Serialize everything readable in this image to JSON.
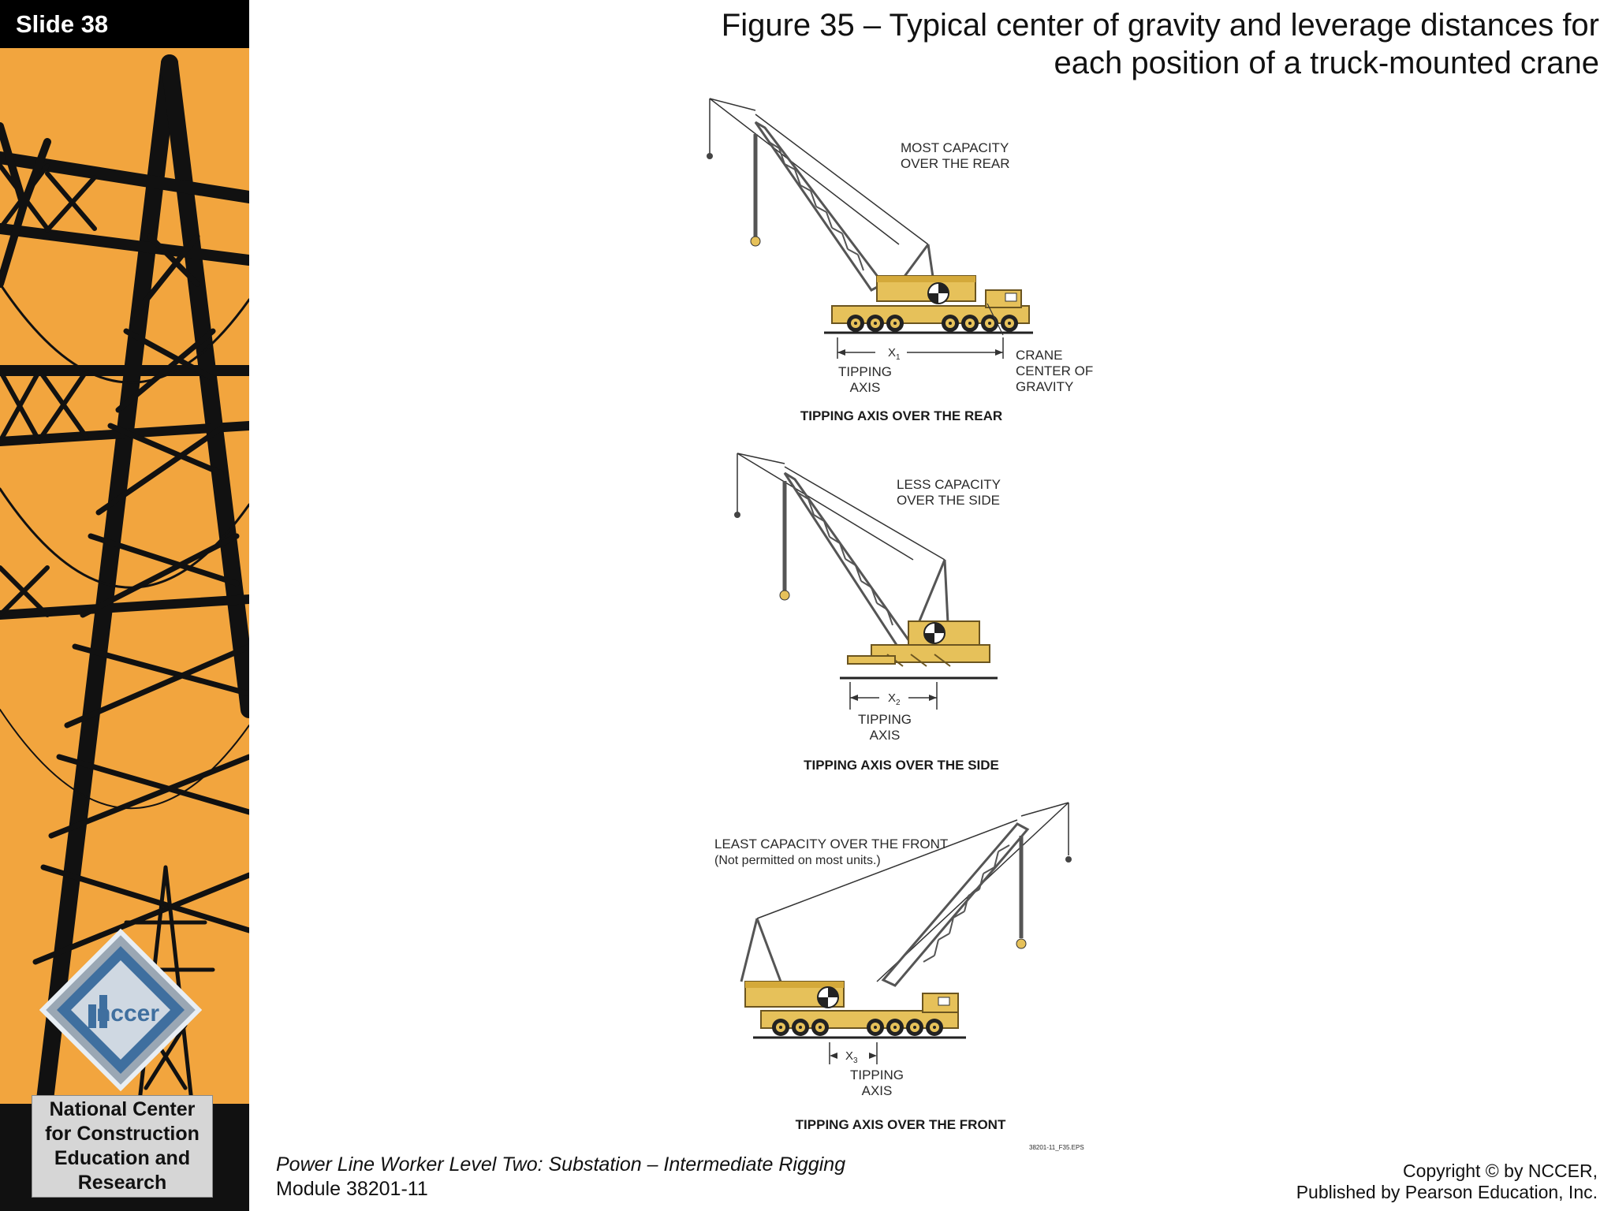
{
  "slide": {
    "number_label": "Slide 38"
  },
  "title": {
    "line1": "Figure 35 – Typical center of gravity and leverage distances for",
    "line2": "each position of a truck-mounted crane"
  },
  "sidebar": {
    "org_lines": [
      "National Center",
      "for Construction",
      "Education and",
      "Research"
    ],
    "logo_text": "nccer"
  },
  "figure": {
    "panel_rear": {
      "callout": [
        "MOST CAPACITY",
        "OVER THE REAR"
      ],
      "distance": "X",
      "distance_sub": "1",
      "axis_label": [
        "TIPPING",
        "AXIS"
      ],
      "cg_label": [
        "CRANE",
        "CENTER OF",
        "GRAVITY"
      ],
      "caption": "TIPPING AXIS OVER THE REAR"
    },
    "panel_side": {
      "callout": [
        "LESS CAPACITY",
        "OVER THE SIDE"
      ],
      "distance": "X",
      "distance_sub": "2",
      "axis_label": [
        "TIPPING",
        "AXIS"
      ],
      "caption": "TIPPING AXIS OVER THE SIDE"
    },
    "panel_front": {
      "callout": [
        "LEAST CAPACITY OVER THE FRONT",
        "(Not permitted on most units.)"
      ],
      "distance": "X",
      "distance_sub": "3",
      "axis_label": [
        "TIPPING",
        "AXIS"
      ],
      "caption": "TIPPING AXIS OVER THE FRONT"
    },
    "file_code": "38201-11_F35.EPS"
  },
  "footer": {
    "course": "Power Line Worker Level Two: Substation – Intermediate Rigging",
    "module": "Module 38201-11",
    "copyright": "Copyright © by NCCER,",
    "publisher": "Published by Pearson Education, Inc."
  },
  "colors": {
    "sidebar_orange": "#f2a53e",
    "crane_yellow": "#e6c15a",
    "tower_black": "#111111"
  }
}
